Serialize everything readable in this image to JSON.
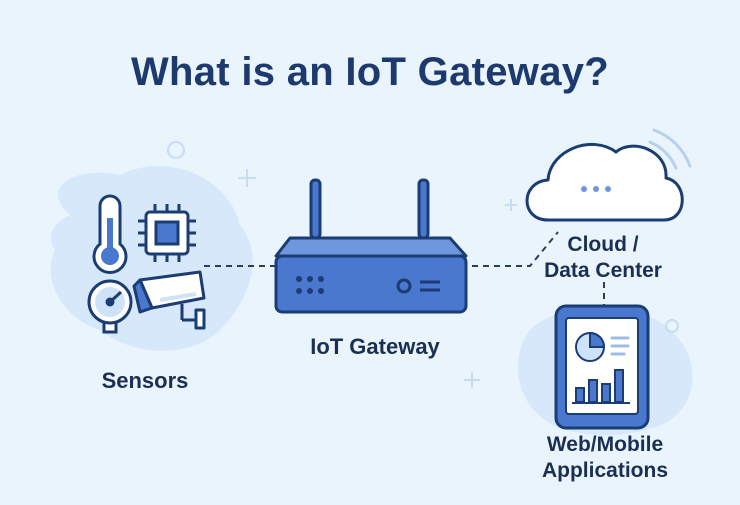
{
  "title": "What is an IoT Gateway?",
  "nodes": {
    "sensors": {
      "label": "Sensors"
    },
    "gateway": {
      "label": "IoT Gateway"
    },
    "cloud": {
      "line1": "Cloud /",
      "line2": "Data Center"
    },
    "apps": {
      "line1": "Web/Mobile",
      "line2": "Applications"
    }
  },
  "icons": [
    "thermometer-icon",
    "microchip-icon",
    "pressure-gauge-icon",
    "security-camera-icon",
    "router-icon",
    "cloud-icon",
    "tablet-icon",
    "pie-chart-icon",
    "bar-chart-icon",
    "wifi-signal-icon"
  ],
  "colors": {
    "background": "#eaf4fd",
    "title": "#1d3a6e",
    "outline": "#1b3d73",
    "accent_blue": "#4a78cf",
    "light_blue": "#cfe3f8",
    "blob": "#d6e8fa"
  }
}
